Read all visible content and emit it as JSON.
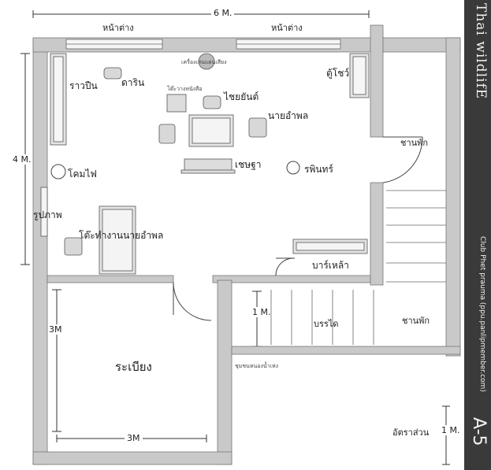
{
  "dimensions": {
    "top_width": "6 M.",
    "left_height": "4 M.",
    "stair_height": "1 M.",
    "piano_height": "3M",
    "piano_width": "3M"
  },
  "labels": {
    "window_left": "หน้าต่าง",
    "window_right": "หน้าต่าง",
    "stereo": "เครื่องเล่นแผ่นเสียง",
    "gun_rack": "ราวปืน",
    "darin": "ดาริน",
    "book_table": "โต๊ะวางหนังสือ",
    "chaiyan": "ไชยยันต์",
    "showcase": "ตู้โชว์",
    "nai_amphon": "นายอำพล",
    "terrace_1": "ชานพัก",
    "lamp": "โคมไฟ",
    "chetha": "เชษฐา",
    "phinthorn": "รพินทร์",
    "picture": "รูปภาพ",
    "desk": "โต๊ะทำงานนายอำพล",
    "bar": "บาร์เหล้า",
    "stairs": "บรรได",
    "terrace_2": "ชานพัก",
    "piano": "ระเบียง",
    "under_stairs": "ชุมชนหนองน้ำเห่ง",
    "scale": "อัตราส่วน",
    "scale_unit": "1 M."
  },
  "sidebar": {
    "brand": "Thai wildlifE",
    "club": "Club Phet prauma (ppu.panlipmember.com)",
    "code": "A-5"
  }
}
